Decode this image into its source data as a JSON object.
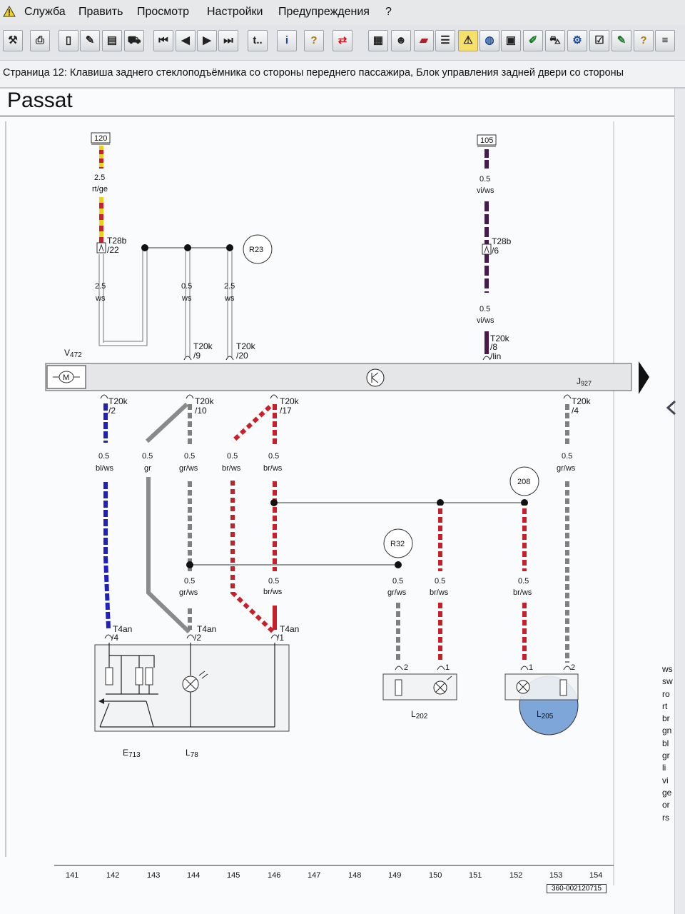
{
  "menu": [
    "Служба",
    "Править",
    "Просмотр",
    "Настройки",
    "Предупреждения",
    "?"
  ],
  "toolbar": {
    "icons": [
      "print-setup-icon",
      "printer-icon",
      "new-page-icon",
      "tools-icon",
      "document-icon",
      "car-icon",
      "first-page-icon",
      "prev-page-icon",
      "next-page-icon",
      "last-page-icon",
      "text-icon",
      "info-icon",
      "help-icon",
      "swap-icon",
      "grid-icon",
      "person-icon",
      "book-icon",
      "list-icon",
      "warning-icon",
      "globe-icon",
      "component-icon",
      "pen-icon",
      "vehicle-icon",
      "service-icon",
      "checklist-icon",
      "edit-icon",
      "help-doc-icon",
      "menu-icon"
    ],
    "text_glyph": "t..",
    "info_glyph": "i",
    "help_glyph": "?"
  },
  "header": {
    "page_title": "Страница 12: Клавиша заднего стеклоподъёмника со стороны переднего пассажира, Блок управления задней двери со стороны",
    "model": "Passat"
  },
  "diagram": {
    "fuse_refs": [
      "120",
      "105"
    ],
    "wire_sizes": [
      "2.5",
      "2.5",
      "0.5",
      "2.5",
      "0.5",
      "0.5",
      "0.5",
      "0.5",
      "0.5",
      "0.5",
      "0.5",
      "0.5",
      "0.5",
      "0.5",
      "0.5",
      "0.5"
    ],
    "wire_colors": [
      "rt/ge",
      "ws",
      "ws",
      "ws",
      "vi/ws",
      "vi/ws",
      "bl/ws",
      "gr",
      "gr/ws",
      "br/ws",
      "br/ws",
      "gr/ws",
      "gr/ws",
      "br/ws",
      "br/ws",
      "br/ws",
      "gr/ws",
      "gr/ws"
    ],
    "connectors": [
      "T28b",
      "/22",
      "T28b",
      "/6",
      "T20k",
      "/9",
      "T20k",
      "/20",
      "T20k",
      "/8",
      "/lin",
      "T20k",
      "/2",
      "T20k",
      "/10",
      "T20k",
      "/17",
      "T20k",
      "/4",
      "T4an",
      "/4",
      "T4an",
      "/2",
      "T4an",
      "/1"
    ],
    "pins": [
      "2",
      "1",
      "1",
      "2"
    ],
    "refs": [
      "R23",
      "R32",
      "208"
    ],
    "components": {
      "v472": {
        "letter": "V",
        "num": "472"
      },
      "j927": {
        "letter": "J",
        "num": "927"
      },
      "e713": {
        "letter": "E",
        "num": "713"
      },
      "l78": {
        "letter": "L",
        "num": "78"
      },
      "l202": {
        "letter": "L",
        "num": "202"
      },
      "l205": {
        "letter": "L",
        "num": "205"
      },
      "motor": "M"
    }
  },
  "legend": [
    "ws",
    "sw",
    "ro",
    "rt",
    "br",
    "gn",
    "bl",
    "gr",
    "li",
    "vi",
    "ge",
    "or",
    "rs"
  ],
  "columns": [
    "141",
    "142",
    "143",
    "144",
    "145",
    "146",
    "147",
    "148",
    "149",
    "150",
    "151",
    "152",
    "153",
    "154"
  ],
  "doc_id": "360-002120715",
  "colors": {
    "red": "#c8202a",
    "yellow": "#e8d21a",
    "violet": "#4a1a4e",
    "blue": "#2020c0",
    "grey": "#808080",
    "white": "#ffffff",
    "bulb_fill": "#7fa6d8"
  }
}
